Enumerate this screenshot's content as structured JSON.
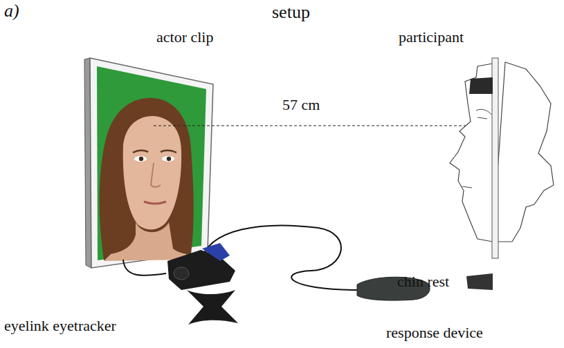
{
  "diagram": {
    "title": "setup",
    "labels": [
      "a)",
      "actor clip",
      "participant",
      "57 cm",
      "chin rest",
      "eyelink eyetracker",
      "response device"
    ]
  }
}
